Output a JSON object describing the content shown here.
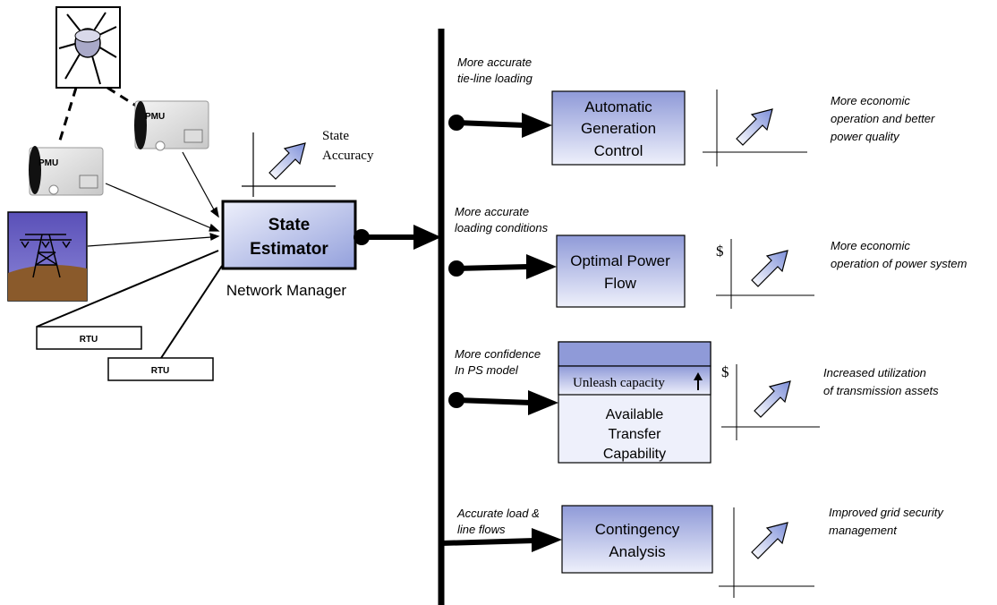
{
  "pmu_label": "PMU",
  "rtu_label": "RTU",
  "state_estimator": {
    "line1": "State",
    "line2": "Estimator",
    "caption": "Network Manager"
  },
  "state_accuracy": {
    "line1": "State",
    "line2": "Accuracy"
  },
  "applications": [
    {
      "input_line1": "More accurate",
      "input_line2": "tie-line loading",
      "box_lines": [
        "Automatic",
        "Generation",
        "Control"
      ],
      "benefit_line1": "More economic",
      "benefit_line2": "operation and better",
      "benefit_line3": "power quality",
      "axis_symbol": ""
    },
    {
      "input_line1": "More accurate",
      "input_line2": "loading conditions",
      "box_lines": [
        "Optimal Power",
        "Flow"
      ],
      "benefit_line1": "More economic",
      "benefit_line2": "operation of power system",
      "axis_symbol": "$"
    },
    {
      "input_line1": "More confidence",
      "input_line2": "In PS model",
      "unleash_label": "Unleash capacity",
      "box_lines": [
        "Available",
        "Transfer",
        "Capability"
      ],
      "benefit_line1": "Increased utilization",
      "benefit_line2": "of transmission assets",
      "axis_symbol": "$"
    },
    {
      "input_line1": "Accurate load &",
      "input_line2": "line flows",
      "box_lines": [
        "Contingency",
        "Analysis"
      ],
      "benefit_line1": "Improved grid security",
      "benefit_line2": "management",
      "axis_symbol": ""
    }
  ],
  "colors": {
    "box_light": "#eef0fb",
    "box_dark": "#8f9ad8",
    "arrow_fill": "#9fb0e8",
    "tower_sky": "#6b63c4",
    "tower_ground": "#8a5a2b"
  }
}
